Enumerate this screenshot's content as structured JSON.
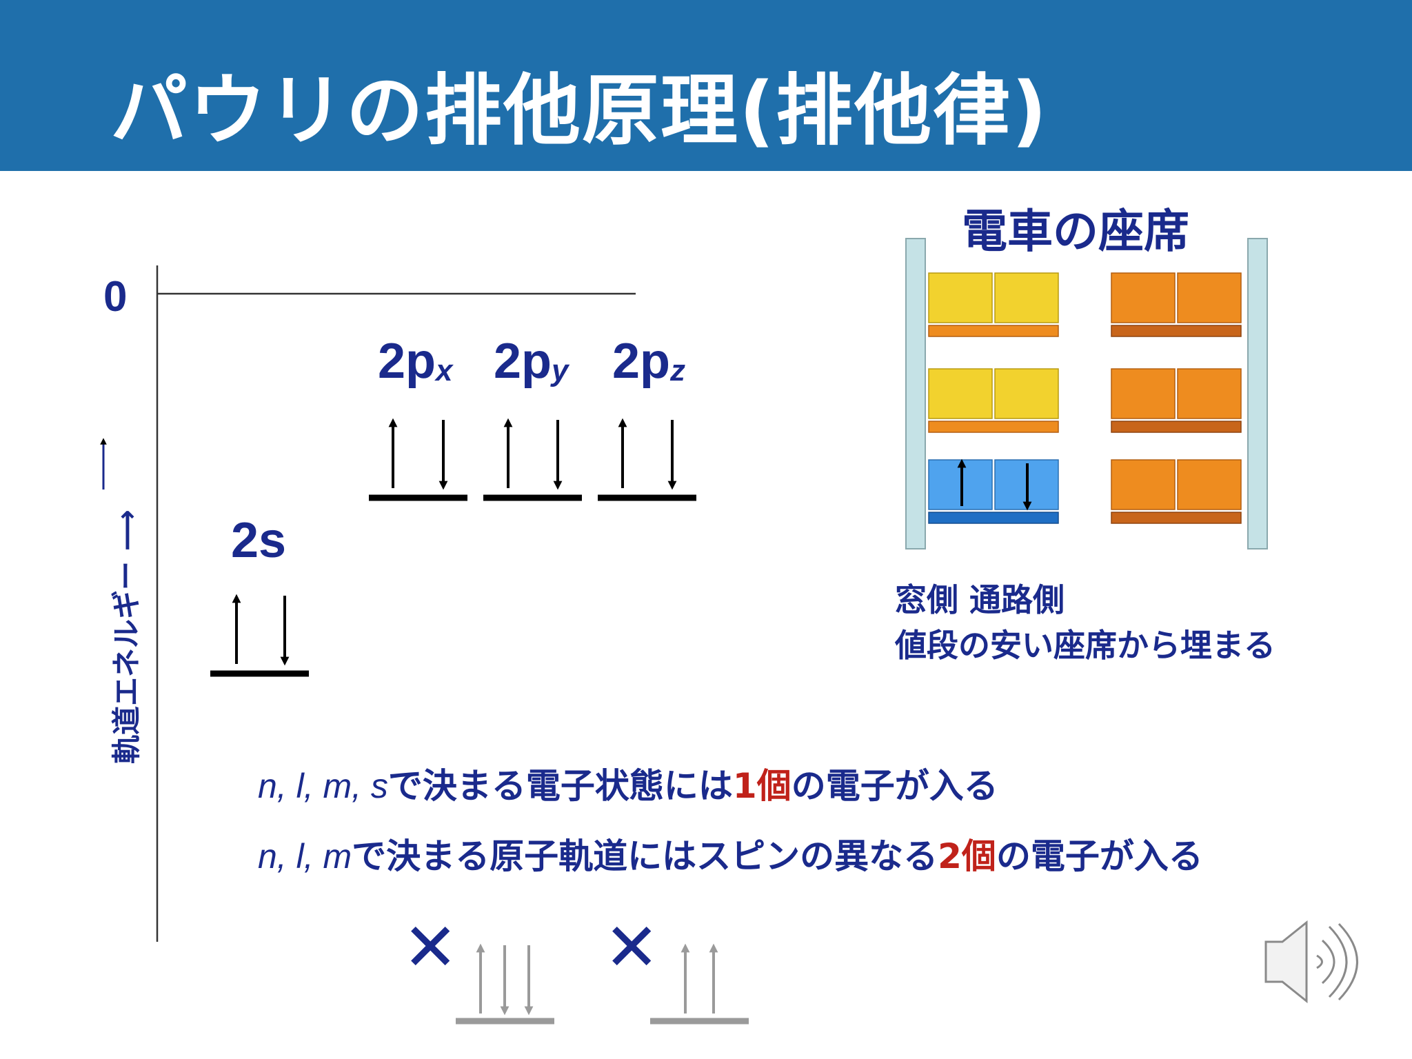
{
  "title": "パウリの排他原理(排他律)",
  "energy_axis": {
    "label": "軌道エネルギー ⟶",
    "zero_label": "0"
  },
  "orbitals": {
    "2s": {
      "label": "2s"
    },
    "2px": {
      "base": "2p",
      "sub": "x"
    },
    "2py": {
      "base": "2p",
      "sub": "y"
    },
    "2pz": {
      "base": "2p",
      "sub": "z"
    }
  },
  "train_analogy": {
    "title": "電車の座席",
    "note_line1": "窓側 通路側",
    "note_line2": "値段の安い座席から埋まる"
  },
  "rules": {
    "rule1": {
      "vars": "n, l, m, s",
      "text_a": "で決まる電子状態には",
      "count": "1個",
      "text_b": "の電子が入る"
    },
    "rule2": {
      "vars": "n, l, m",
      "text_a": "で決まる原子軌道にはスピンの異なる",
      "count": "2個",
      "text_b": "の電子が入る"
    }
  },
  "forbidden": {
    "mark": "✕"
  },
  "colors": {
    "header": "#1f6fab",
    "text_navy": "#1a2a8c",
    "highlight_red": "#c0221a",
    "seat_yellow": "#f2d22e",
    "seat_orange": "#ee8c1f",
    "seat_blue": "#4fa3ee",
    "wall": "#c5e2e6",
    "forbidden_gray": "#9a9a9a"
  },
  "icons": {
    "speaker": "speaker-icon"
  }
}
